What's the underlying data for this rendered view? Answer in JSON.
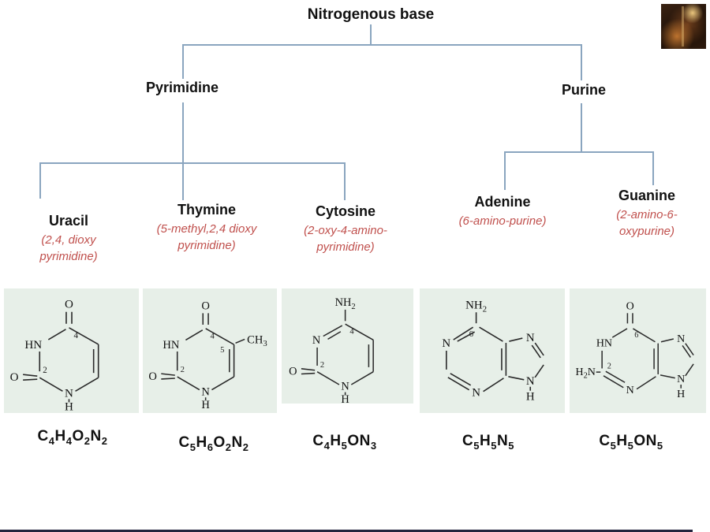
{
  "colors": {
    "accent_red": "#c0504d",
    "tree_line_blue": "#8aa5bf",
    "panel_green": "#e7efe8",
    "text": "#111111",
    "bottom_bar": "#23233d"
  },
  "tree": {
    "root": "Nitrogenous base",
    "level1": [
      "Pyrimidine",
      "Purine"
    ]
  },
  "bases": [
    {
      "name": "Uracil",
      "subtitle_lines": [
        "(2,4, dioxy",
        "pyrimidine)"
      ],
      "formula": [
        [
          "C",
          "4"
        ],
        [
          "H",
          "4"
        ],
        [
          "O",
          "2"
        ],
        [
          "N",
          "2"
        ]
      ]
    },
    {
      "name": "Thymine",
      "subtitle_lines": [
        "(5-methyl,2,4 dioxy",
        "pyrimidine)"
      ],
      "formula": [
        [
          "C",
          "5"
        ],
        [
          "H",
          "6"
        ],
        [
          "O",
          "2"
        ],
        [
          "N",
          "2"
        ]
      ]
    },
    {
      "name": "Cytosine",
      "subtitle_lines": [
        "(2-oxy-4-amino-",
        "pyrimidine)"
      ],
      "formula": [
        [
          "C",
          "4"
        ],
        [
          "H",
          "5"
        ],
        [
          "O",
          ""
        ],
        [
          "N",
          "3"
        ]
      ]
    },
    {
      "name": "Adenine",
      "subtitle_lines": [
        "(6-amino-purine)"
      ],
      "formula": [
        [
          "C",
          "5"
        ],
        [
          "H",
          "5"
        ],
        [
          "N",
          "5"
        ]
      ]
    },
    {
      "name": "Guanine",
      "subtitle_lines": [
        "(2-amino-6-",
        "oxypurine)"
      ],
      "formula": [
        [
          "C",
          "5"
        ],
        [
          "H",
          "5"
        ],
        [
          "O",
          ""
        ],
        [
          "N",
          "5"
        ]
      ]
    }
  ],
  "molecules": {
    "uracil": {
      "o_top": "O",
      "num4": "4",
      "n3": "HN",
      "o_left": "O",
      "num2": "2",
      "n1": "N",
      "n1_h": "H"
    },
    "thymine": {
      "o_top": "O",
      "num4": "4",
      "n3": "HN",
      "o_left": "O",
      "num2": "2",
      "n1": "N",
      "n1_h": "H",
      "num5": "5",
      "methyl": "CH",
      "methyl_sub": "3"
    },
    "cytosine": {
      "amine": "NH",
      "amine_sub": "2",
      "num4": "4",
      "n3": "N",
      "o_left": "O",
      "num2": "2",
      "n1": "N",
      "n1_h": "H"
    },
    "adenine": {
      "amine": "NH",
      "amine_sub": "2",
      "num6": "6",
      "n1": "N",
      "n3": "N",
      "n7": "N",
      "n9": "N",
      "n9_h": "H"
    },
    "guanine": {
      "o_top": "O",
      "num6": "6",
      "n1": "HN",
      "amine_h": "H",
      "amine_sub": "2",
      "amine_n": "N",
      "num2": "2",
      "n3": "N",
      "n7": "N",
      "n9": "N",
      "n9_h": "H"
    }
  }
}
